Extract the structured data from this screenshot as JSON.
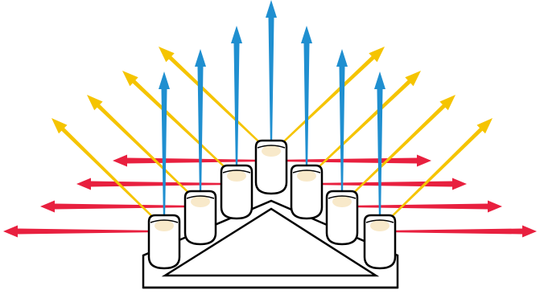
{
  "colors": {
    "vertical_arrow": "#1f8fd0",
    "diagonal_arrow": "#f5c400",
    "horizontal_arrow": "#e8203f",
    "outline": "#000000",
    "fill": "#ffffff",
    "glow": "#f7e7c4"
  },
  "diagram": {
    "units": 7,
    "levels": [
      3,
      2,
      1,
      0,
      1,
      2,
      3
    ]
  }
}
